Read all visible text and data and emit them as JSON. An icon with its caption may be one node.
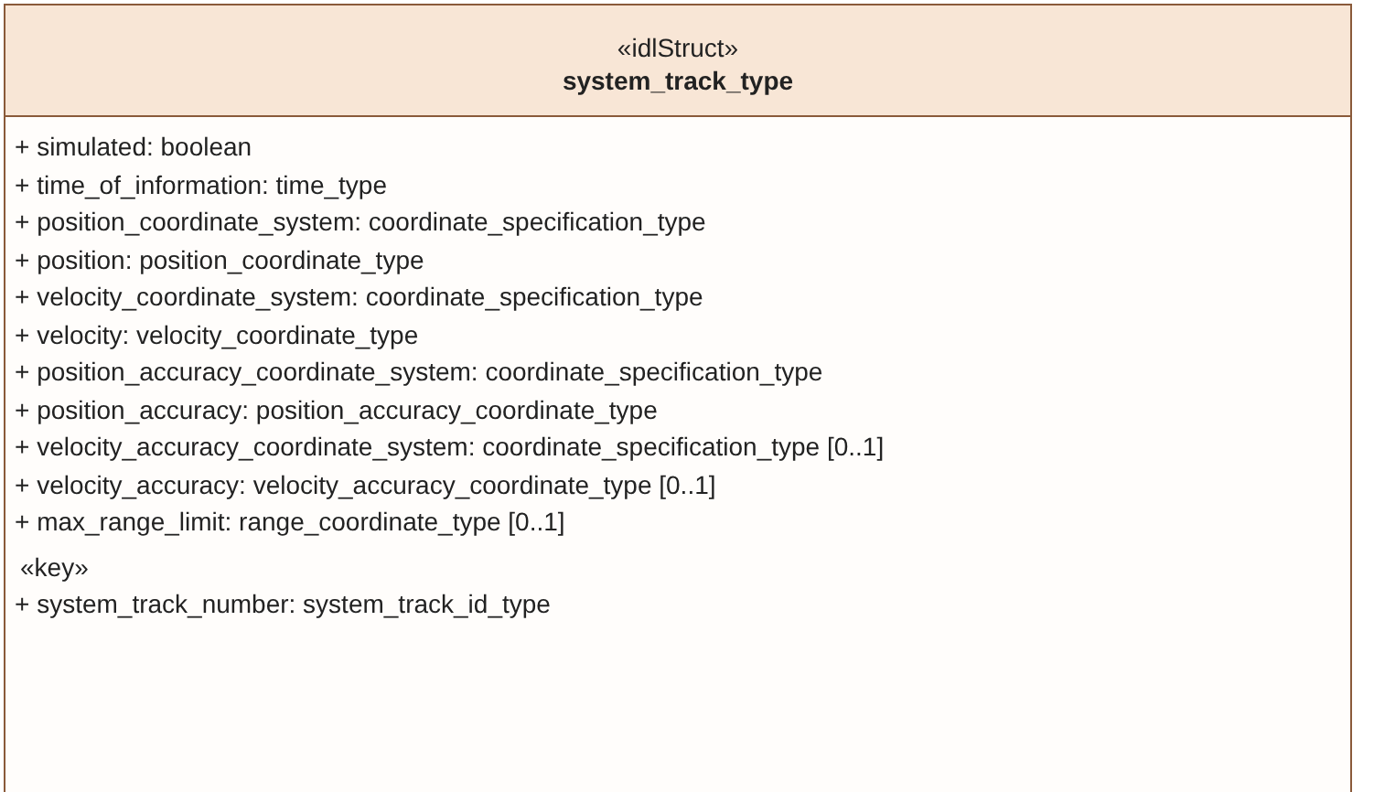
{
  "diagram": {
    "nodes": [
      {
        "text": [
          "«idlStruct»",
          "system_track_type",
          "+ simulated: boolean",
          "+ time_of_information: time_type",
          "+ position_coordinate_system: coordinate_specification_type",
          "+ position: position_coordinate_type",
          "+ velocity_coordinate_system: coordinate_specification_type",
          "+ velocity: velocity_coordinate_type",
          "+ position_accuracy_coordinate_system: coordinate_specification_type",
          "+ position_accuracy: position_accuracy_coordinate_type",
          "+ velocity_accuracy_coordinate_system: coordinate_specification_type [0..1]",
          "+ velocity_accuracy: velocity_accuracy_coordinate_type [0..1]",
          "+ max_range_limit: range_coordinate_type [0..1]",
          "«key»",
          "+ system_track_number: system_track_id_type"
        ]
      }
    ]
  }
}
